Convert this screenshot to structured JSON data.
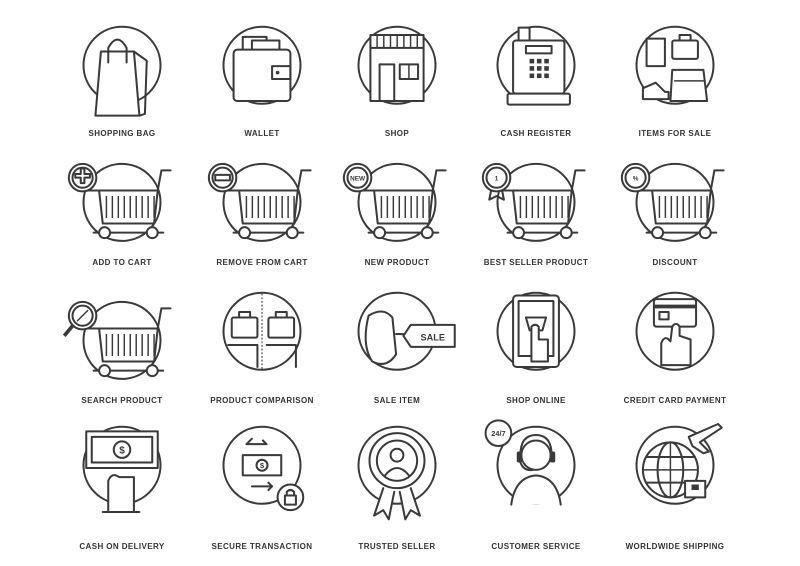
{
  "colors": {
    "stroke": "#3a3a3a",
    "fill": "#ffffff",
    "accent": "#e9e9e9"
  },
  "icons": [
    {
      "name": "shopping-bag-icon",
      "label": "SHOPPING BAG"
    },
    {
      "name": "wallet-icon",
      "label": "WALLET"
    },
    {
      "name": "shop-icon",
      "label": "SHOP"
    },
    {
      "name": "cash-register-icon",
      "label": "CASH REGISTER"
    },
    {
      "name": "items-for-sale-icon",
      "label": "ITEMS FOR SALE"
    },
    {
      "name": "add-to-cart-icon",
      "label": "ADD TO CART"
    },
    {
      "name": "remove-from-cart-icon",
      "label": "REMOVE FROM CART"
    },
    {
      "name": "new-product-icon",
      "label": "NEW PRODUCT",
      "badge": "NEW"
    },
    {
      "name": "best-seller-product-icon",
      "label": "BEST SELLER PRODUCT",
      "badge": "1"
    },
    {
      "name": "discount-icon",
      "label": "DISCOUNT",
      "badge": "%"
    },
    {
      "name": "search-product-icon",
      "label": "SEARCH PRODUCT"
    },
    {
      "name": "product-comparison-icon",
      "label": "PRODUCT COMPARISON"
    },
    {
      "name": "sale-item-icon",
      "label": "SALE ITEM",
      "tag": "SALE"
    },
    {
      "name": "shop-online-icon",
      "label": "SHOP ONLINE"
    },
    {
      "name": "credit-card-payment-icon",
      "label": "CREDIT CARD PAYMENT"
    },
    {
      "name": "cash-on-delivery-icon",
      "label": "CASH ON DELIVERY",
      "symbol": "$"
    },
    {
      "name": "secure-transaction-icon",
      "label": "SECURE TRANSACTION",
      "symbol": "$"
    },
    {
      "name": "trusted-seller-icon",
      "label": "TRUSTED SELLER"
    },
    {
      "name": "customer-service-icon",
      "label": "CUSTOMER SERVICE",
      "badge": "24/7"
    },
    {
      "name": "worldwide-shipping-icon",
      "label": "WORLDWIDE SHIPPING"
    }
  ]
}
